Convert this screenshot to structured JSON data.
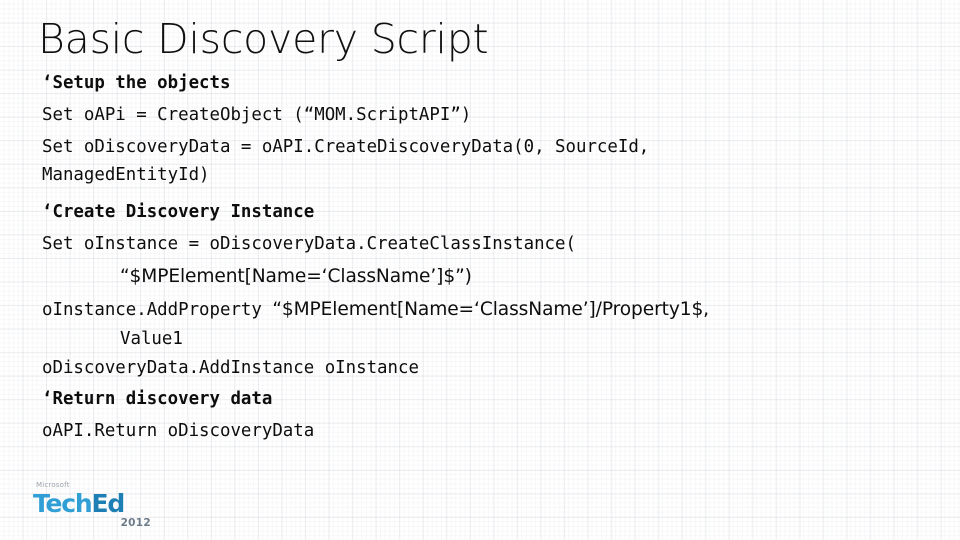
{
  "slide": {
    "title": "Basic Discovery Script",
    "background_color": "#ffffff",
    "grid_color": "#e9ecf1",
    "text_color": "#0d0d0d"
  },
  "code": {
    "lines": [
      {
        "id": "l1",
        "kind": "comment",
        "indent": 0,
        "text": "‘Setup the objects"
      },
      {
        "id": "l2",
        "kind": "code",
        "indent": 0,
        "text": "Set oAPi = CreateObject (“MOM.ScriptAPI”)"
      },
      {
        "id": "l3",
        "kind": "code",
        "indent": 0,
        "text": "Set oDiscoveryData = oAPI.CreateDiscoveryData(0, SourceId,"
      },
      {
        "id": "l4",
        "kind": "code",
        "indent": 0,
        "text": "ManagedEntityId)"
      },
      {
        "id": "l5",
        "kind": "comment",
        "indent": 0,
        "text": "‘Create Discovery Instance"
      },
      {
        "id": "l6",
        "kind": "code",
        "indent": 0,
        "text": "Set oInstance = oDiscoveryData.CreateClassInstance("
      },
      {
        "id": "l7",
        "kind": "code",
        "indent": 1,
        "text": "“$MPElement[Name=‘ClassName’]$”)"
      },
      {
        "id": "l8a",
        "kind": "code",
        "indent": 0,
        "text": "oInstance.AddProperty "
      },
      {
        "id": "l8b",
        "kind": "code",
        "indent": 0,
        "text": "“$MPElement[Name=‘ClassName’]/Property1$,"
      },
      {
        "id": "l9",
        "kind": "code",
        "indent": 1,
        "text": "Value1"
      },
      {
        "id": "l10",
        "kind": "code",
        "indent": 0,
        "text": "oDiscoveryData.AddInstance oInstance"
      },
      {
        "id": "l11",
        "kind": "comment",
        "indent": 0,
        "text": "‘Return discovery data"
      },
      {
        "id": "l12",
        "kind": "code",
        "indent": 0,
        "text": "oAPI.Return oDiscoveryData"
      }
    ]
  },
  "logo": {
    "vendor": "Microsoft",
    "name_tech": "Tech",
    "name_ed": "Ed",
    "year": "2012",
    "color_tech": "#2f9fd6",
    "color_ed": "#1d7fb3",
    "color_year": "#6d7b87"
  }
}
